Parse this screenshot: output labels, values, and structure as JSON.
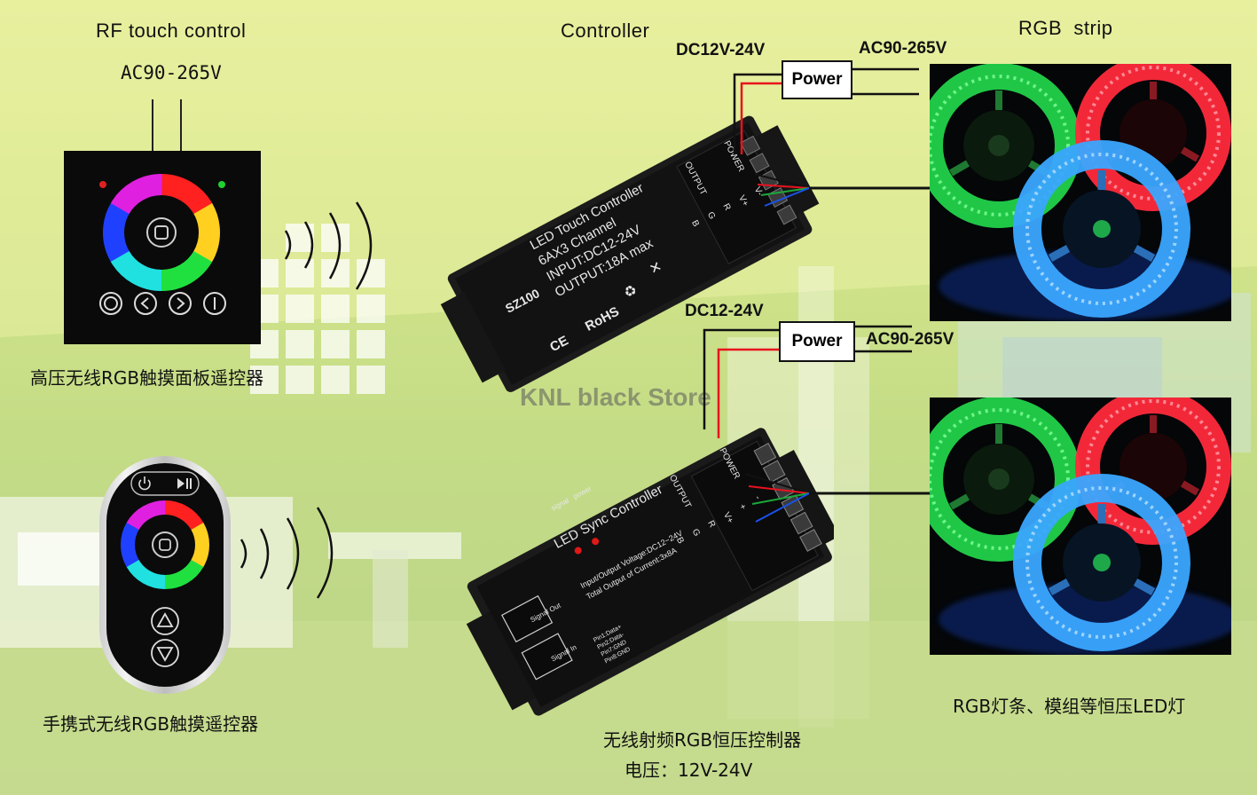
{
  "headers": {
    "rf_touch_control": "RF touch control",
    "controller": "Controller",
    "rgb_strip": "RGB  strip"
  },
  "labels": {
    "panel_voltage": "AC90-265V",
    "top_dc": "DC12V-24V",
    "top_ac": "AC90-265V",
    "bottom_dc": "DC12-24V",
    "bottom_ac": "AC90-265V",
    "power_top": "Power",
    "power_bottom": "Power"
  },
  "captions": {
    "wall_panel": "高压无线RGB触摸面板遥控器",
    "handheld_remote": "手携式无线RGB触摸遥控器",
    "rf_controller": "无线射频RGB恒压控制器",
    "voltage": "电压：12V-24V",
    "strips": "RGB灯条、模组等恒压LED灯"
  },
  "watermark": "KNL black Store",
  "controller_top": {
    "brand": "SZ100",
    "line1": "LED Touch Controller",
    "line2": "6AX3 Channel",
    "line3": "INPUT:DC12-24V",
    "line4": "OUTPUT:18A max",
    "rohs": "RoHS",
    "ce": "CE",
    "power": "POWER",
    "output": "OUTPUT",
    "terminals": [
      "V-",
      "V+",
      "R",
      "G",
      "B"
    ]
  },
  "controller_bottom": {
    "title": "LED Sync Controller",
    "signal": "signal",
    "power_led": "power",
    "spec1": "Input/Output Voltage:DC12~24V",
    "spec2": "Total Output of Current:3x8A",
    "port_out": "Signal Out",
    "port_in": "Signal In",
    "pins": [
      "Pin1:Data+",
      "Pin2:Data-",
      "Pin7:GND",
      "Pin8:GND"
    ],
    "power": "POWER",
    "output": "OUTPUT",
    "terminals": [
      "-",
      "+",
      "V+",
      "R",
      "G",
      "B"
    ]
  },
  "colors": {
    "strip_green": "#22d24a",
    "strip_red": "#ff2a3c",
    "strip_blue": "#3aa6ff",
    "wire_red": "#e8121e",
    "wire_green": "#1aa83a",
    "wire_blue": "#1a52e8"
  }
}
